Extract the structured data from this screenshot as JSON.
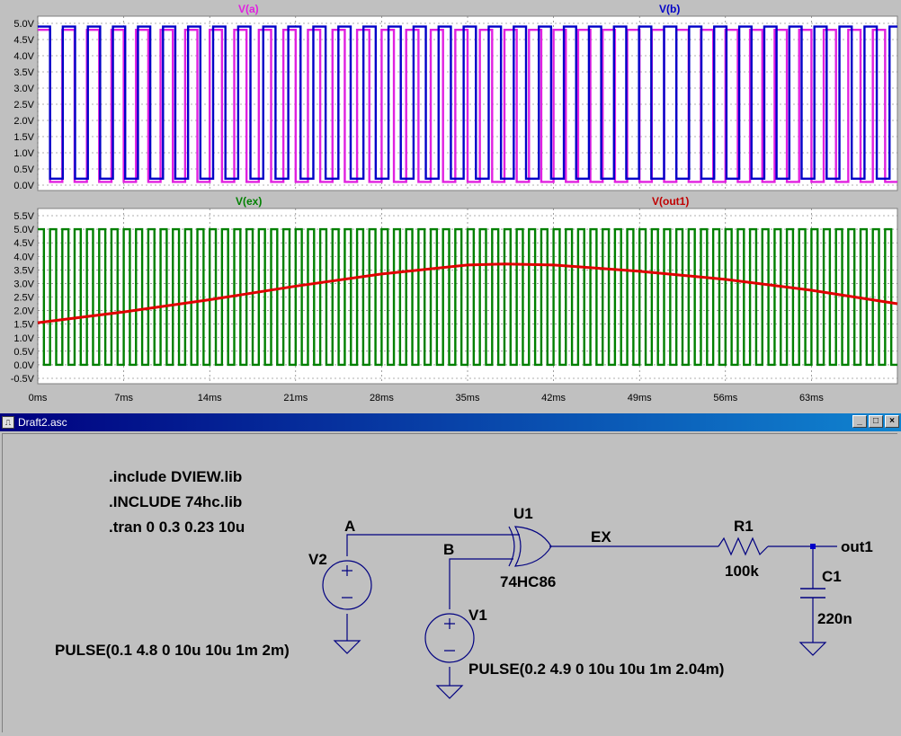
{
  "plot": {
    "traces": {
      "va": "V(a)",
      "vb": "V(b)",
      "vex": "V(ex)",
      "vout1": "V(out1)"
    },
    "colors": {
      "va": "#e020e0",
      "vb": "#0000c8",
      "vex": "#008000",
      "vout1": "#e00000",
      "grid": "#606060",
      "panel_bg": "#ffffff"
    },
    "top_y_ticks": [
      "5.0V",
      "4.5V",
      "4.0V",
      "3.5V",
      "3.0V",
      "2.5V",
      "2.0V",
      "1.5V",
      "1.0V",
      "0.5V",
      "0.0V"
    ],
    "bottom_y_ticks": [
      "5.5V",
      "5.0V",
      "4.5V",
      "4.0V",
      "3.5V",
      "3.0V",
      "2.5V",
      "2.0V",
      "1.5V",
      "1.0V",
      "0.5V",
      "0.0V",
      "-0.5V"
    ],
    "x_ticks": [
      "0ms",
      "7ms",
      "14ms",
      "21ms",
      "28ms",
      "35ms",
      "42ms",
      "49ms",
      "56ms",
      "63ms"
    ]
  },
  "chart_data": [
    {
      "type": "line",
      "x_unit": "ms",
      "xlim": [
        0,
        70
      ],
      "ylim": [
        0,
        5.0
      ],
      "series": [
        {
          "name": "V(a)",
          "kind": "pulse",
          "low": 0.1,
          "high": 4.8,
          "period_ms": 2.0,
          "width_ms": 1.0
        },
        {
          "name": "V(b)",
          "kind": "pulse",
          "low": 0.2,
          "high": 4.9,
          "period_ms": 2.04,
          "width_ms": 1.0
        }
      ]
    },
    {
      "type": "line",
      "x_unit": "ms",
      "xlim": [
        0,
        70
      ],
      "ylim": [
        -0.5,
        5.5
      ],
      "series": [
        {
          "name": "V(ex)",
          "kind": "pulse",
          "low": 0.0,
          "high": 5.0,
          "period_ms": 1.0,
          "width_ms": 0.5
        },
        {
          "name": "V(out1)",
          "kind": "curve",
          "x": [
            0,
            7,
            14,
            21,
            28,
            35,
            38,
            42,
            49,
            56,
            63,
            70
          ],
          "y": [
            1.55,
            1.95,
            2.4,
            2.9,
            3.35,
            3.68,
            3.72,
            3.68,
            3.45,
            3.15,
            2.75,
            2.25
          ]
        }
      ]
    }
  ],
  "schematic": {
    "window_title": "Draft2.asc",
    "directives": [
      ".include DVIEW.lib",
      ".INCLUDE 74hc.lib",
      ".tran 0 0.3 0.23 10u"
    ],
    "nets": {
      "a": "A",
      "b": "B",
      "ex": "EX",
      "out1": "out1"
    },
    "v2": {
      "name": "V2",
      "value": "PULSE(0.1 4.8 0 10u 10u 1m 2m)"
    },
    "v1": {
      "name": "V1",
      "value": "PULSE(0.2 4.9 0 10u 10u 1m 2.04m)"
    },
    "u1": {
      "name": "U1",
      "part": "74HC86"
    },
    "r1": {
      "name": "R1",
      "value": "100k"
    },
    "c1": {
      "name": "C1",
      "value": "220n"
    },
    "wire_color": "#000080",
    "symbol_color": "#000080"
  }
}
